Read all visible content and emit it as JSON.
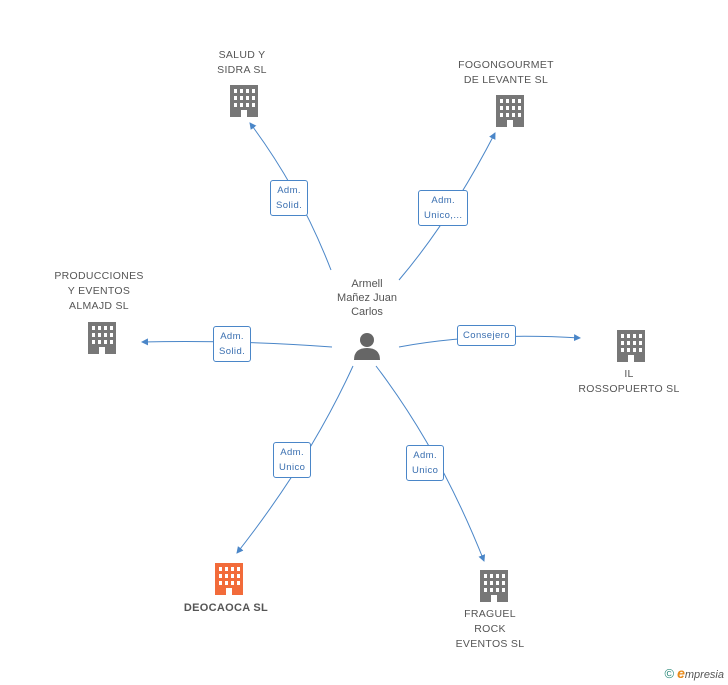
{
  "center": {
    "name_lines": [
      "Armell",
      "Mañez Juan",
      "Carlos"
    ],
    "icon": "person-icon"
  },
  "companies": [
    {
      "id": "salud",
      "name_lines": [
        "SALUD Y",
        "SIDRA SL"
      ],
      "icon": "building-icon",
      "color": "#777777"
    },
    {
      "id": "fogon",
      "name_lines": [
        "FOGONGOURMET",
        "DE LEVANTE SL"
      ],
      "icon": "building-icon",
      "color": "#777777"
    },
    {
      "id": "producciones",
      "name_lines": [
        "PRODUCCIONES",
        "Y EVENTOS",
        "ALMAJD  SL"
      ],
      "icon": "building-icon",
      "color": "#777777"
    },
    {
      "id": "rosso",
      "name_lines": [
        "IL",
        "ROSSOPUERTO SL"
      ],
      "icon": "building-icon",
      "color": "#777777"
    },
    {
      "id": "deocaoca",
      "name_lines": [
        "DEOCAOCA SL"
      ],
      "icon": "building-icon",
      "color": "#f26b3a",
      "highlight": true
    },
    {
      "id": "fraguel",
      "name_lines": [
        "FRAGUEL",
        "ROCK",
        "EVENTOS SL"
      ],
      "icon": "building-icon",
      "color": "#777777"
    }
  ],
  "edges": [
    {
      "to": "salud",
      "label_lines": [
        "Adm.",
        "Solid."
      ]
    },
    {
      "to": "fogon",
      "label_lines": [
        "Adm.",
        "Unico,..."
      ]
    },
    {
      "to": "producciones",
      "label_lines": [
        "Adm.",
        "Solid."
      ]
    },
    {
      "to": "rosso",
      "label_lines": [
        "Consejero"
      ]
    },
    {
      "to": "deocaoca",
      "label_lines": [
        "Adm.",
        "Unico"
      ]
    },
    {
      "to": "fraguel",
      "label_lines": [
        "Adm.",
        "Unico"
      ]
    }
  ],
  "colors": {
    "edge": "#4a86c8",
    "building": "#777777",
    "highlight": "#f26b3a",
    "person": "#666666"
  },
  "footer": {
    "copyright": "©",
    "brand_initial": "e",
    "brand_rest": "mpresia"
  }
}
